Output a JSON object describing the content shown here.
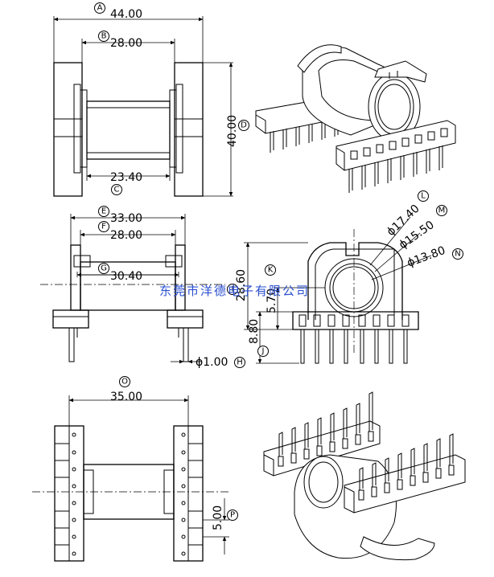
{
  "top_view": {
    "A": {
      "label": "A",
      "value": "44.00"
    },
    "B": {
      "label": "B",
      "value": "28.00"
    },
    "C": {
      "label": "C",
      "value": "23.40"
    },
    "D": {
      "label": "D",
      "value": "40.00"
    }
  },
  "side_view": {
    "E": {
      "label": "E",
      "value": "33.00"
    },
    "F": {
      "label": "F",
      "value": "28.00"
    },
    "G": {
      "label": "G",
      "value": "30.40"
    },
    "H": {
      "label": "H",
      "value": "ϕ1.00"
    }
  },
  "front_view": {
    "I": {
      "label": "I",
      "value": "28.60"
    },
    "J": {
      "label": "J",
      "value": "8.80"
    },
    "K": {
      "label": "K",
      "value": "5.70"
    },
    "L": {
      "label": "L",
      "value": "ϕ17.40"
    },
    "M": {
      "label": "M",
      "value": "ϕ15.50"
    },
    "N": {
      "label": "N",
      "value": "ϕ13.80"
    }
  },
  "bottom_view": {
    "O": {
      "label": "O",
      "value": "35.00"
    },
    "P": {
      "label": "P",
      "value": "5.00"
    }
  },
  "watermark": "东莞市洋德电子有限公司",
  "colors": {
    "line": "#000000",
    "watermark": "#2a4fd0",
    "background": "#ffffff"
  }
}
